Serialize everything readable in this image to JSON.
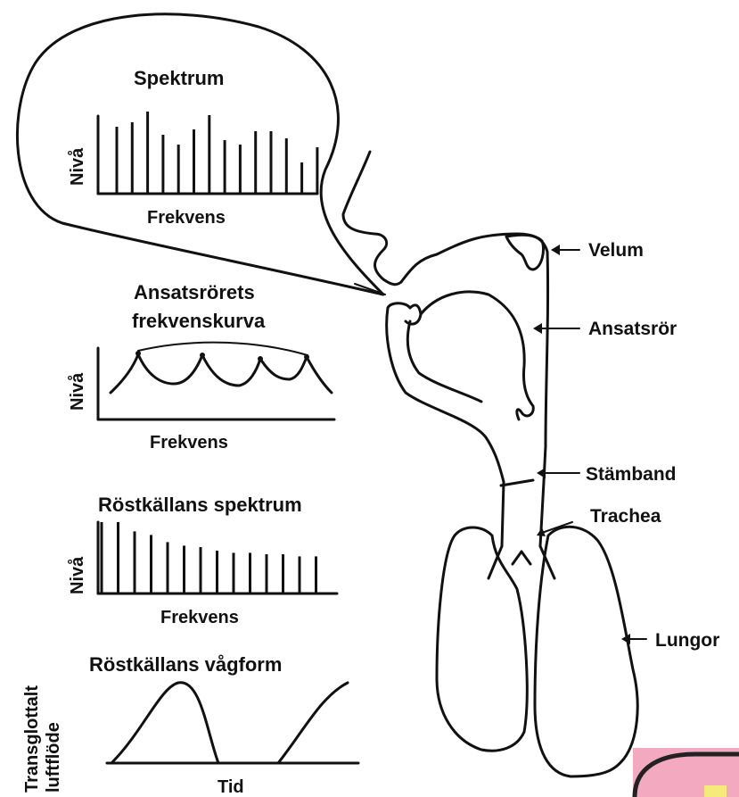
{
  "speech_bubble": {
    "title": "Spektrum",
    "ylabel": "Nivå",
    "xlabel": "Frekvens",
    "bars": [
      75,
      80,
      92,
      66,
      55,
      72,
      88,
      60,
      55,
      70,
      70,
      62,
      35,
      52
    ]
  },
  "filter_chart": {
    "title_line1": "Ansatsrörets",
    "title_line2": "frekvenskurva",
    "ylabel": "Nivå",
    "xlabel": "Frekvens"
  },
  "source_spectrum": {
    "title": "Röstkällans spektrum",
    "ylabel": "Nivå",
    "xlabel": "Frekvens",
    "bars": [
      100,
      100,
      87,
      82,
      72,
      67,
      65,
      60,
      57,
      57,
      55,
      55,
      52,
      52
    ]
  },
  "source_waveform": {
    "title": "Röstkällans vågform",
    "ylabel_line1": "Transglottalt",
    "ylabel_line2": "luftflöde",
    "xlabel": "Tid"
  },
  "anatomy_labels": {
    "velum": "Velum",
    "vocal_tract": "Ansatsrör",
    "vocal_folds": "Stämband",
    "trachea": "Trachea",
    "lungs": "Lungor"
  }
}
